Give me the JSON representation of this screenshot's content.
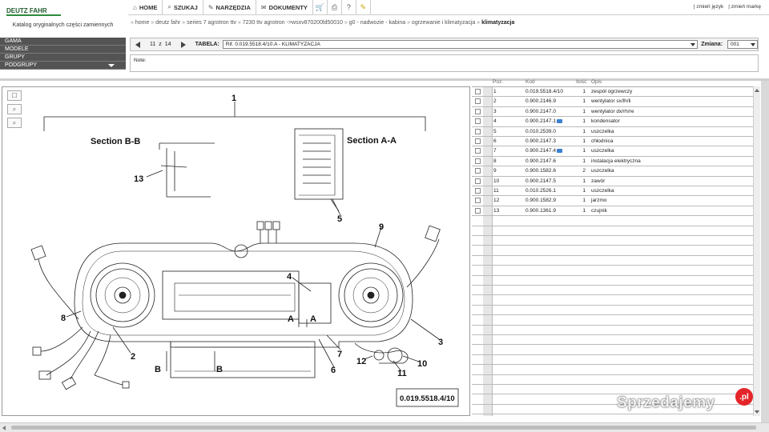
{
  "logo": {
    "brand": "DEUTZ FAHR"
  },
  "catalog_title": "Katalog oryginalnych części zamiennych",
  "left_nav": [
    {
      "label": "GAMA"
    },
    {
      "label": "MODELE"
    },
    {
      "label": "GRUPY"
    },
    {
      "label": "PODGRUPY"
    }
  ],
  "top_menu": [
    {
      "label": "HOME",
      "icon": "home-icon"
    },
    {
      "label": "SZUKAJ",
      "icon": "search-icon"
    },
    {
      "label": "NARZĘDZIA",
      "icon": "tools-icon"
    },
    {
      "label": "DOKUMENTY",
      "icon": "documents-icon"
    }
  ],
  "top_right": {
    "lang": "| zmień język",
    "brand": "| zmień markę"
  },
  "breadcrumb": [
    "home",
    "deutz fahr",
    "series 7 agrotron ttv",
    "7230 ttv agrotron ->wsxv870200ld50010",
    "g0 - nadwozie - kabina",
    "ogrzewanie i klimatyzacja",
    "klimatyzacja"
  ],
  "table_bar": {
    "page_current": "11",
    "page_sep": "z",
    "page_total": "14",
    "tabela_label": "TABELA:",
    "tabela_value": "Rif. 0.019.5518.4/10.A - KLIMATYZACJA",
    "zmiana_label": "Zmiana:",
    "zmiana_value": "001"
  },
  "note_label": "Note:",
  "parts_header": {
    "poz": "Poz.",
    "kod": "Kod",
    "ilosc": "Ilość",
    "opis": "Opis"
  },
  "parts": [
    {
      "poz": "1",
      "kod": "0.019.5518.4/10",
      "qty": "1",
      "opis": "zespół ogrzewczy",
      "cart": false
    },
    {
      "poz": "2",
      "kod": "0.900.2146.9",
      "qty": "1",
      "opis": "wentylator sx/lh/li",
      "cart": false
    },
    {
      "poz": "3",
      "kod": "0.900.2147.0",
      "qty": "1",
      "opis": "wentylator dx/rh/re",
      "cart": false
    },
    {
      "poz": "4",
      "kod": "0.900.2147.1",
      "qty": "1",
      "opis": "kondensator",
      "cart": true
    },
    {
      "poz": "5",
      "kod": "0.010.2539.0",
      "qty": "1",
      "opis": "uszczelka",
      "cart": false
    },
    {
      "poz": "6",
      "kod": "0.900.2147.3",
      "qty": "1",
      "opis": "chłodnica",
      "cart": false
    },
    {
      "poz": "7",
      "kod": "0.900.2147.4",
      "qty": "1",
      "opis": "uszczelka",
      "cart": true
    },
    {
      "poz": "8",
      "kod": "0.900.2147.6",
      "qty": "1",
      "opis": "instalacja elektryczna",
      "cart": false
    },
    {
      "poz": "9",
      "kod": "0.900.1582.6",
      "qty": "2",
      "opis": "uszczelka",
      "cart": false
    },
    {
      "poz": "10",
      "kod": "0.900.2147.5",
      "qty": "1",
      "opis": "zawór",
      "cart": false
    },
    {
      "poz": "11",
      "kod": "0.010.2526.1",
      "qty": "1",
      "opis": "uszczelka",
      "cart": false
    },
    {
      "poz": "12",
      "kod": "0.900.1582.9",
      "qty": "1",
      "opis": "jarzmo",
      "cart": false
    },
    {
      "poz": "13",
      "kod": "0.900.1361.9",
      "qty": "1",
      "opis": "czujnik",
      "cart": false
    }
  ],
  "drawing": {
    "section_bb": "Section B-B",
    "section_aa": "Section A-A",
    "ref_box": "0.019.5518.4/10",
    "callouts": [
      "1",
      "2",
      "3",
      "4",
      "5",
      "6",
      "7",
      "8",
      "9",
      "10",
      "11",
      "12",
      "13"
    ],
    "letter_a": "A",
    "letter_b": "B"
  },
  "watermark": {
    "text": "Sprzedajemy",
    "badge": ".pl"
  },
  "colors": {
    "nav_bg": "#545454",
    "cart_icon": "#3b7fd1",
    "watermark_badge": "#e4252a"
  }
}
